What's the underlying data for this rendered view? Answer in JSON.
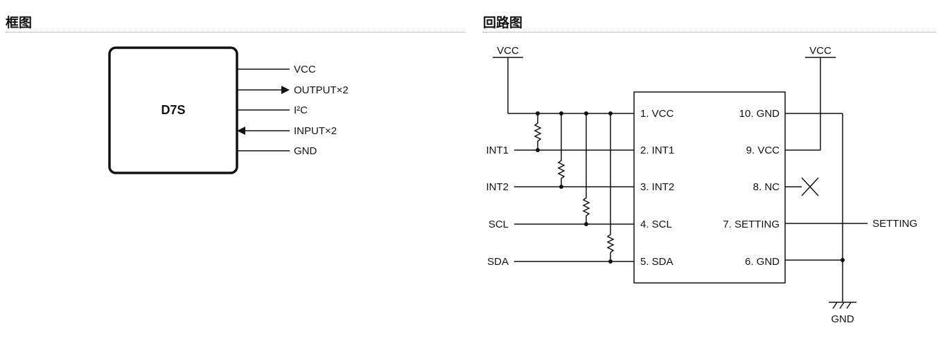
{
  "block_section": {
    "title": "框图",
    "chip_label": "D7S",
    "pins": [
      "VCC",
      "OUTPUT×2",
      "I²C",
      "INPUT×2",
      "GND"
    ]
  },
  "circuit_section": {
    "title": "回路图",
    "vcc_left": "VCC",
    "vcc_right": "VCC",
    "gnd_label": "GND",
    "left_pins": [
      "1. VCC",
      "2. INT1",
      "3. INT2",
      "4. SCL",
      "5. SDA"
    ],
    "right_pins": [
      "10. GND",
      "9. VCC",
      "8. NC",
      "7. SETTING",
      "6. GND"
    ],
    "signals": [
      "INT1",
      "INT2",
      "SCL",
      "SDA"
    ],
    "setting_label": "SETTING"
  }
}
